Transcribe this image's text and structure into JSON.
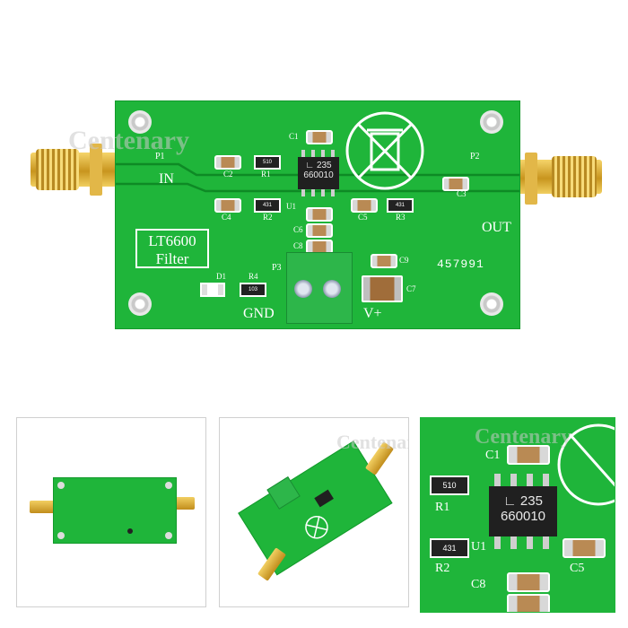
{
  "board": {
    "title_line1": "LT6600",
    "title_line2": "Filter",
    "port_in": "IN",
    "port_out": "OUT",
    "gnd": "GND",
    "vplus": "V+",
    "serial": "457991",
    "chip_line1": "235",
    "chip_line2": "660010",
    "refdes": {
      "p1": "P1",
      "p2": "P2",
      "p3": "P3",
      "c1": "C1",
      "c2": "C2",
      "c3": "C3",
      "c4": "C4",
      "c5": "C5",
      "c6": "C6",
      "c7": "C7",
      "c8": "C8",
      "c9": "C9",
      "r1": "R1",
      "r2": "R2",
      "r3": "R3",
      "r4": "R4",
      "u1": "U1",
      "d1": "D1"
    },
    "resistor_codes": {
      "r1": "510",
      "r2": "431",
      "r3": "431",
      "r4": "103"
    }
  },
  "watermark": {
    "text": "Centenary"
  },
  "colors": {
    "pcb": "#1fb53a",
    "silk": "#ffffff",
    "gold": "#d6a92f",
    "terminal": "#2db64a"
  },
  "icons": {
    "weee": "weee-crossed-bin-icon",
    "linear_logo": "linear-technology-logo-icon"
  }
}
